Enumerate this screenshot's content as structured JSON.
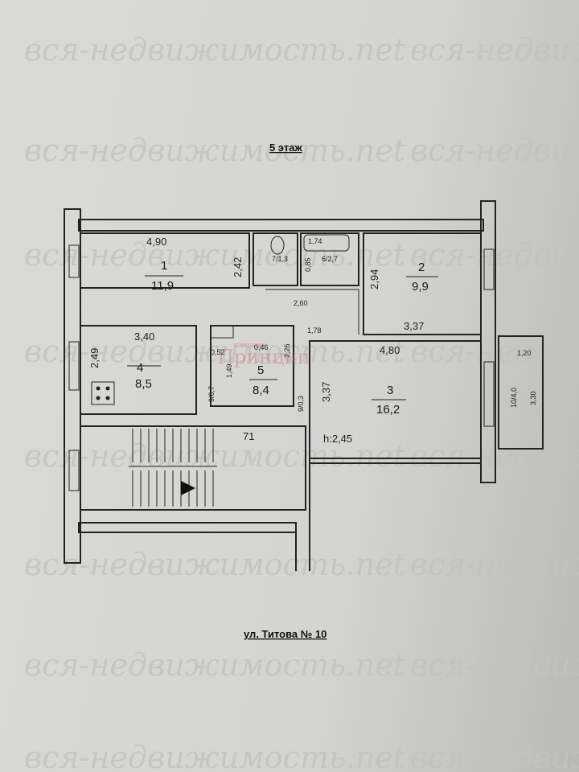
{
  "watermark": "вся-недвижимость.net",
  "floor_title": "5 этаж",
  "address": "ул. Титова  № 10",
  "logo_text": {
    "top": "компания",
    "main": "Принцип"
  },
  "ceiling_height": "h:2,45",
  "stair_label": "71",
  "rooms": [
    {
      "id": "1",
      "area": "11,9",
      "dims": [
        "4,90",
        "2,42"
      ]
    },
    {
      "id": "2",
      "area": "9,9",
      "dims": [
        "2,94",
        "3,37"
      ]
    },
    {
      "id": "3",
      "area": "16,2",
      "dims": [
        "4,80",
        "3,37"
      ]
    },
    {
      "id": "4",
      "area": "8,5",
      "dims": [
        "3,40",
        "2,49"
      ]
    },
    {
      "id": "5",
      "area": "8,4",
      "dims": [
        "0,46",
        "2,26",
        "0,52",
        "1,49"
      ]
    },
    {
      "id": "6",
      "label": "6/2,7",
      "dims": [
        "1,74",
        "0,85"
      ]
    },
    {
      "id": "7",
      "label": "7/1,3"
    }
  ],
  "hall_dims": [
    "2,60",
    "1,78"
  ],
  "closets": [
    "9/0,7",
    "9/0,3"
  ],
  "balcony": {
    "label": "10/4,0",
    "dims": [
      "1,20",
      "3,30"
    ]
  }
}
